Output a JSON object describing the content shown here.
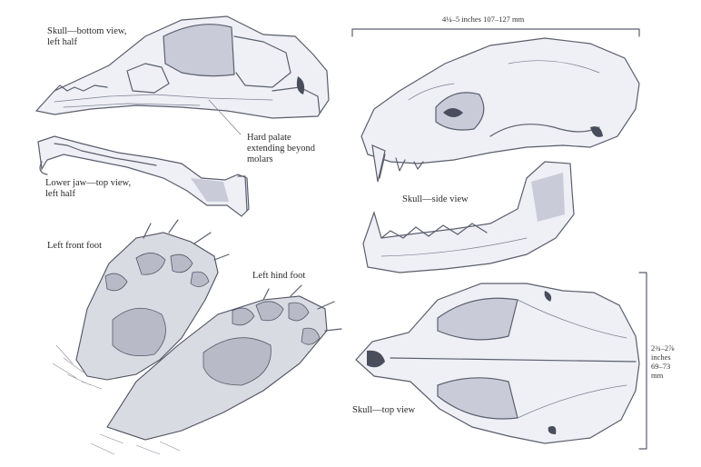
{
  "labels": {
    "skull_bottom": "Skull—bottom view,\nleft half",
    "hard_palate": "Hard palate\nextending beyond\nmolars",
    "lower_jaw": "Lower jaw—top view,\nleft half",
    "front_foot": "Left front foot",
    "hind_foot": "Left hind foot",
    "skull_side": "Skull—side view",
    "skull_top": "Skull—top view"
  },
  "measurements": {
    "skull_length": "4¼–5 inches  107–127 mm",
    "skull_width": "2¾–2⅞\ninches\n69–73\nmm"
  },
  "colors": {
    "ink": "#5b5f6e",
    "bone": "#eef0f6",
    "shadow": "#c9ccd8"
  }
}
